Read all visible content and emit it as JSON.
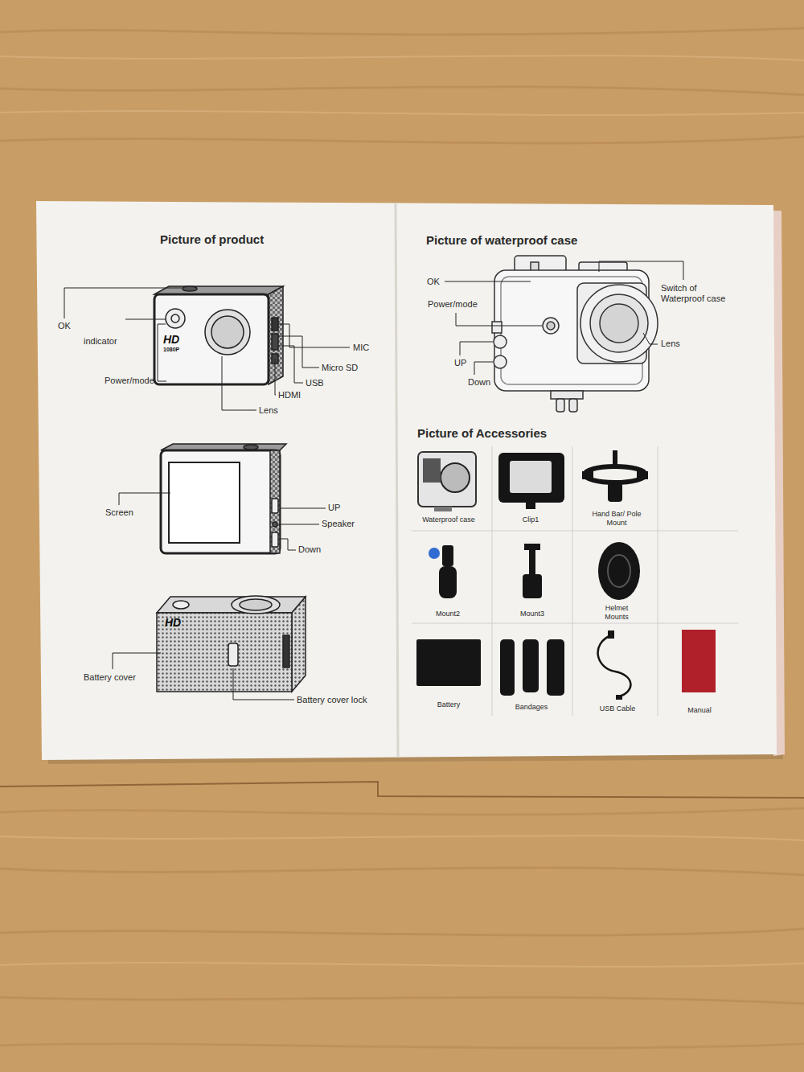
{
  "diagram": {
    "labels": [
      "Picture of product",
      "Picture of waterproof case",
      "Picture of Accessories",
      "OK",
      "indicator",
      "Power/mode",
      "HD",
      "1080P",
      "MIC",
      "Micro SD",
      "USB",
      "HDMI",
      "Lens",
      "Screen",
      "UP",
      "Speaker",
      "Down",
      "HD",
      "Battery cover",
      "Battery cover lock",
      "OK",
      "Power/mode",
      "UP",
      "Down",
      "Switch of Waterproof case",
      "Lens",
      "Waterproof case",
      "Clip1",
      "Hand Bar/ Pole Mount",
      "Mount2",
      "Mount3",
      "Helmet Mounts",
      "Battery",
      "Bandages",
      "USB Cable",
      "Manual"
    ]
  }
}
